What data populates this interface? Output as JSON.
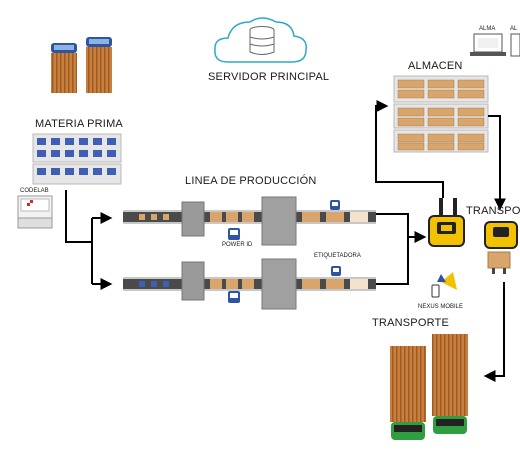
{
  "labels": {
    "server": "SERVIDOR PRINCIPAL",
    "materia_prima": "MATERIA PRIMA",
    "linea": "LINEA DE PRODUCCIÓN",
    "almacen": "ALMACEN",
    "transporte_top": "TRANSPORTE",
    "transporte_bottom": "TRANSPORTE",
    "codelab": "CODELAB",
    "power_id": "POWER ID",
    "etiquetadora": "ETIQUETADORA",
    "nexus_mobile": "NEXUS MOBILE",
    "alma": "ALMA",
    "alma2": "AL"
  },
  "colors": {
    "cloud_stroke": "#2aa7c9",
    "belt": "#4a4a4a",
    "box": "#d8a56d",
    "bin_blue": "#3f5fb5",
    "truck_cargo": "#c9803e",
    "cab_blue": "#2e55a3",
    "cab_green": "#2f9e3e",
    "device_yellow": "#f2c200",
    "arrow": "#000000"
  }
}
